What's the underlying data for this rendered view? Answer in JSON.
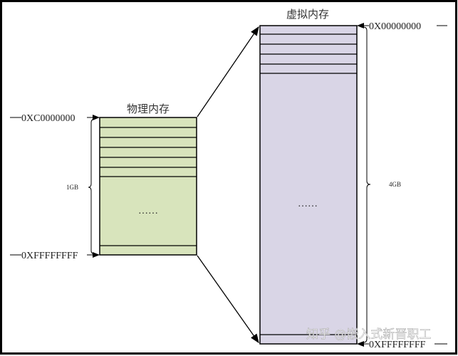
{
  "physical": {
    "title": "物理内存",
    "start": "0XC0000000",
    "end": "0XFFFFFFFF",
    "size": "1GB",
    "ellipsis": "……",
    "color": "#d8e4bc"
  },
  "virtual": {
    "title": "虚拟内存",
    "start": "0X00000000",
    "end": "0XFFFFFFFF",
    "size": "4GB",
    "ellipsis": "……",
    "color": "#d9d5e6"
  },
  "watermark": "知乎 @嵌入式新晋职工"
}
